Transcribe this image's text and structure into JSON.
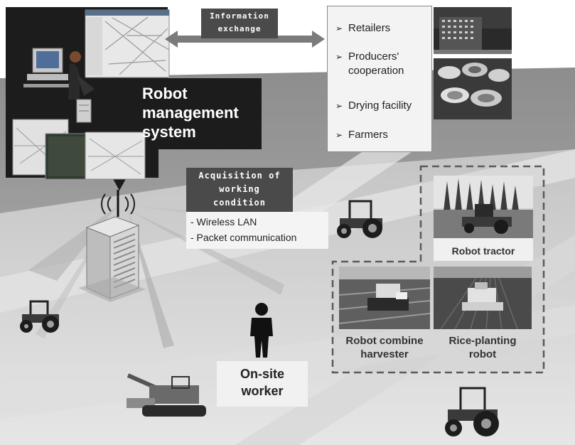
{
  "management": {
    "title_line1": "Robot",
    "title_line2": "management",
    "title_line3": "system"
  },
  "info_exchange": {
    "line1": "Information",
    "line2": "exchange"
  },
  "partners": {
    "items": [
      {
        "label_line1": "Retailers",
        "label_line2": ""
      },
      {
        "label_line1": "Producers'",
        "label_line2": "cooperation"
      },
      {
        "label_line1": "Drying facility",
        "label_line2": ""
      },
      {
        "label_line1": "Farmers",
        "label_line2": ""
      }
    ]
  },
  "acquisition": {
    "line1": "Acquisition of",
    "line2": "working",
    "line3": "condition"
  },
  "communication": {
    "line1": "- Wireless LAN",
    "line2": "- Packet communication"
  },
  "robots": {
    "tractor": "Robot tractor",
    "combine_line1": "Robot combine",
    "combine_line2": "harvester",
    "rice_line1": "Rice-planting",
    "rice_line2": "robot"
  },
  "worker": {
    "line1": "On-site",
    "line2": "worker"
  },
  "colors": {
    "dark_panel": "#1c1c1c",
    "tag": "#4a4a4a",
    "sky": "#9a9a9a",
    "ground": "#cfcfcf"
  }
}
